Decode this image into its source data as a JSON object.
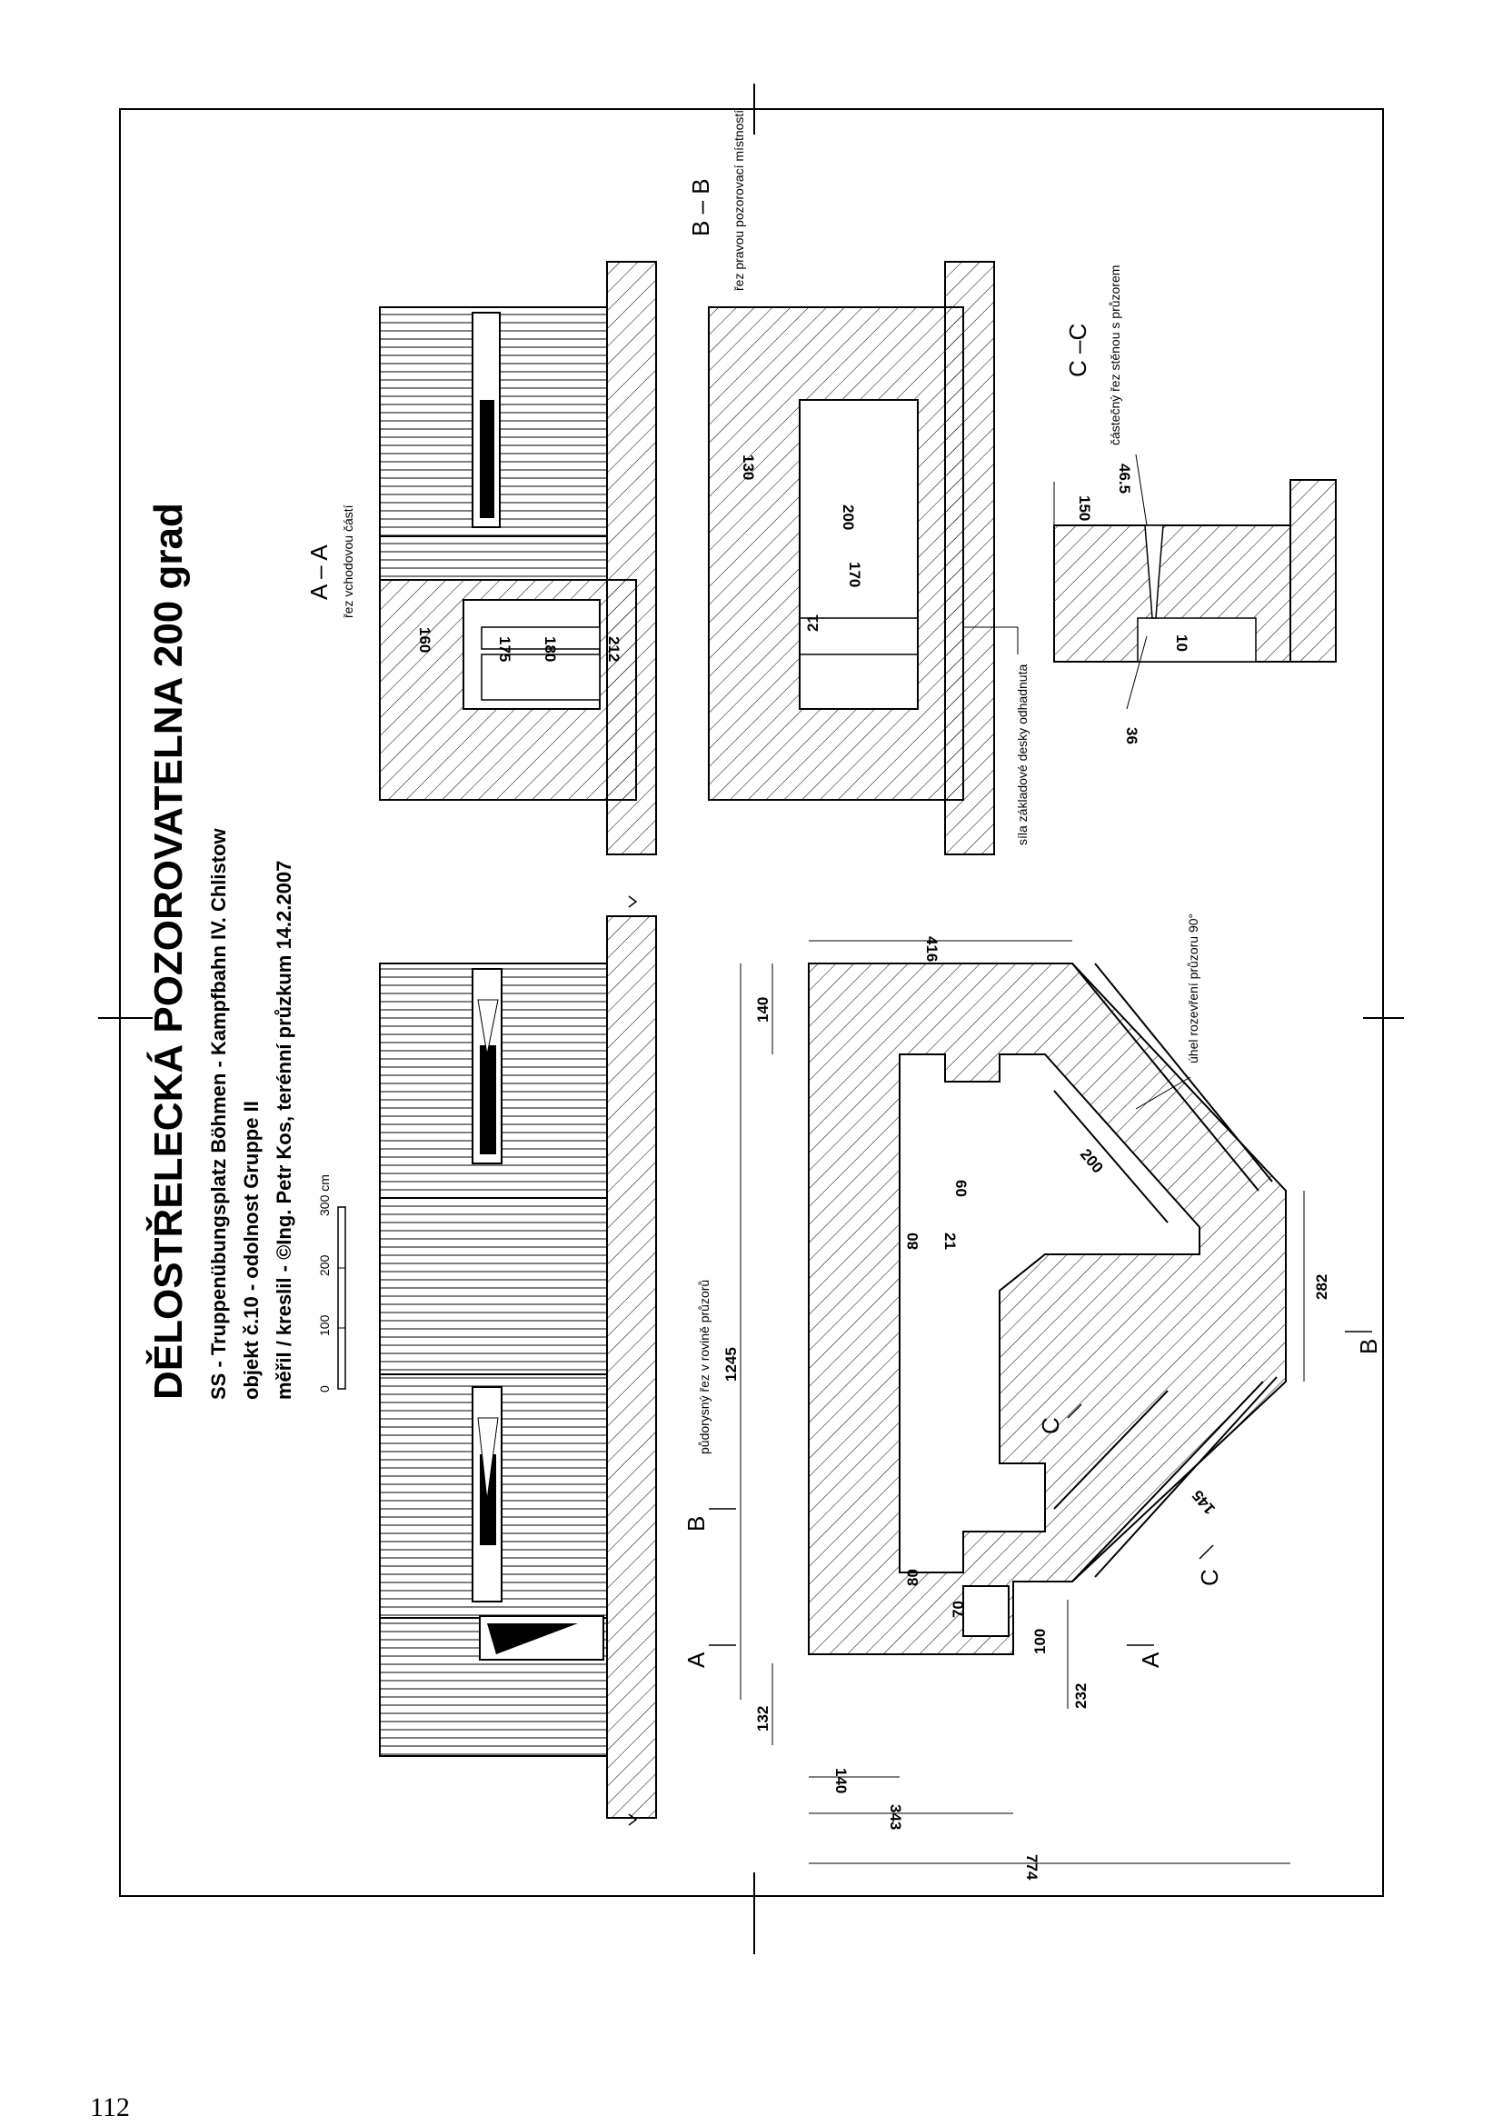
{
  "title": {
    "main": "DĚLOSTŘELECKÁ POZOROVATELNA 200 grad",
    "line1": "SS - Truppenübungsplatz Böhmen - Kampfbahn IV. Chlistow",
    "line2": "objekt č.10 - odolnost Gruppe II",
    "line3": "měřil / kreslil - ©Ing. Petr Kos, terénní průzkum 14.2.2007"
  },
  "scale_bar": {
    "ticks": [
      "0",
      "100",
      "200",
      "300 cm"
    ]
  },
  "plan": {
    "caption": "půdorysný řez v rovině průzorů",
    "dims": {
      "d1245": "1245",
      "d416": "416",
      "d140a": "140",
      "d60": "60",
      "d80a": "80",
      "d21": "21",
      "d200": "200",
      "d282": "282",
      "d145": "145",
      "d80b": "80",
      "d70": "70",
      "d100": "100",
      "d232": "232",
      "d132": "132",
      "d140b": "140",
      "d343": "343",
      "d774": "774"
    },
    "angle_note": "úhel rozevření průzoru 90°",
    "markers": {
      "A": "A",
      "B": "B",
      "C": "C"
    }
  },
  "section_aa": {
    "label": "A – A",
    "caption": "řez vchodovou částí",
    "dims": {
      "d160": "160",
      "d175": "175",
      "d180": "180",
      "d212": "212"
    }
  },
  "section_bb": {
    "label": "B – B",
    "caption": "řez pravou pozorovací místností",
    "dims": {
      "d130": "130",
      "d200": "200",
      "d170": "170",
      "d21": "21"
    },
    "note": "síla základové desky odhadnuta"
  },
  "section_cc": {
    "label": "C –C",
    "caption": "částečný řez stěnou s průzorem",
    "dims": {
      "d150": "150",
      "d46": "46.5",
      "d10": "10",
      "d36": "36"
    }
  },
  "page_number": "112",
  "colors": {
    "ink": "#000000",
    "paper": "#ffffff"
  }
}
